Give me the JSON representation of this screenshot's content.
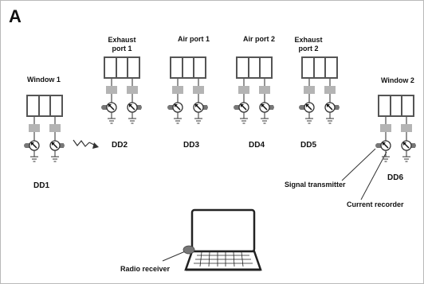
{
  "figure": {
    "panel_label": "A",
    "stations": {
      "window1": {
        "title": "Window 1",
        "id": "DD1"
      },
      "exhaust1": {
        "title_line1": "Exhaust",
        "title_line2": "port 1",
        "id": "DD2"
      },
      "air1": {
        "title": "Air port 1",
        "id": "DD3"
      },
      "air2": {
        "title": "Air port 2",
        "id": "DD4"
      },
      "exhaust2": {
        "title_line1": "Exhaust",
        "title_line2": "port 2",
        "id": "DD5"
      },
      "window2": {
        "title": "Window 2",
        "id": "DD6"
      }
    },
    "annotations": {
      "signal_transmitter": "Signal transmitter",
      "current_recorder": "Current  recorder",
      "radio_receiver": "Radio receiver"
    },
    "colors": {
      "line": "#5a5a5a",
      "cell_frame": "#555555",
      "filter_box": "#b4b4b4",
      "transmitter": "#777777",
      "laptop_outline": "#222222"
    }
  }
}
